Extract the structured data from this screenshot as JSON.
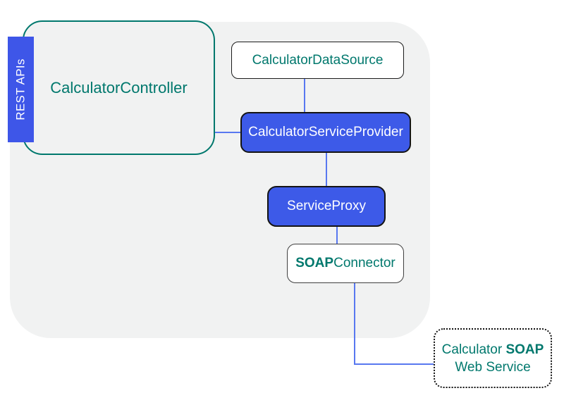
{
  "badges": {
    "rest_apis": "REST APIs"
  },
  "nodes": {
    "controller": {
      "label": "CalculatorController"
    },
    "datasource": {
      "label": "CalculatorDataSource"
    },
    "provider": {
      "label": "CalculatorServiceProvider"
    },
    "proxy": {
      "label": "ServiceProxy"
    },
    "soap_connector": {
      "label_bold": "SOAP",
      "label_rest": "Connector"
    },
    "web_service": {
      "line1_regular": "Calculator ",
      "line1_bold": "SOAP",
      "line2": "Web Service"
    }
  },
  "colors": {
    "node_blue": "#3D5AE8",
    "badge_blue": "#3E56E8",
    "teal": "#00786D",
    "connector_line_blue": "#5878F0",
    "container_gray": "#F1F2F2",
    "box_border_dark": "#141414"
  }
}
